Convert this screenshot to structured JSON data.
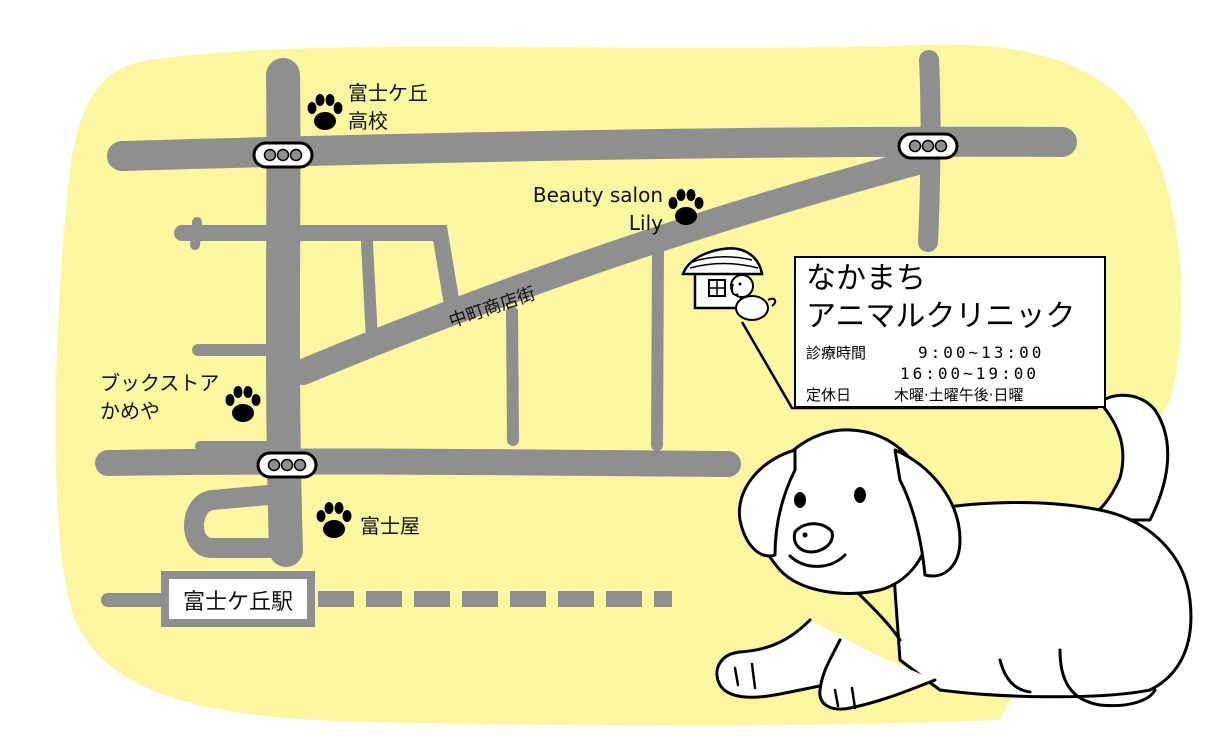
{
  "map": {
    "landmarks": {
      "high_school": {
        "line1": "富士ケ丘",
        "line2": "高校"
      },
      "beauty_salon": {
        "line1": "Beauty salon",
        "line2": "Lily"
      },
      "bookstore": {
        "line1": "ブックストア",
        "line2": "かめや"
      },
      "fujiya": {
        "label": "富士屋"
      }
    },
    "street_label": "中町商店街",
    "station_label": "富士ケ丘駅"
  },
  "clinic": {
    "name_line1": "なかまち",
    "name_line2": "アニマルクリニック",
    "hours_label": "診療時間",
    "hours_am": "9:00~13:00",
    "hours_pm": "16:00~19:00",
    "closed_label": "定休日",
    "closed_value": "木曜·土曜午後·日曜"
  },
  "colors": {
    "background_blob": "#fbf7a0",
    "road": "#8f8f8f",
    "outline": "#000000"
  }
}
